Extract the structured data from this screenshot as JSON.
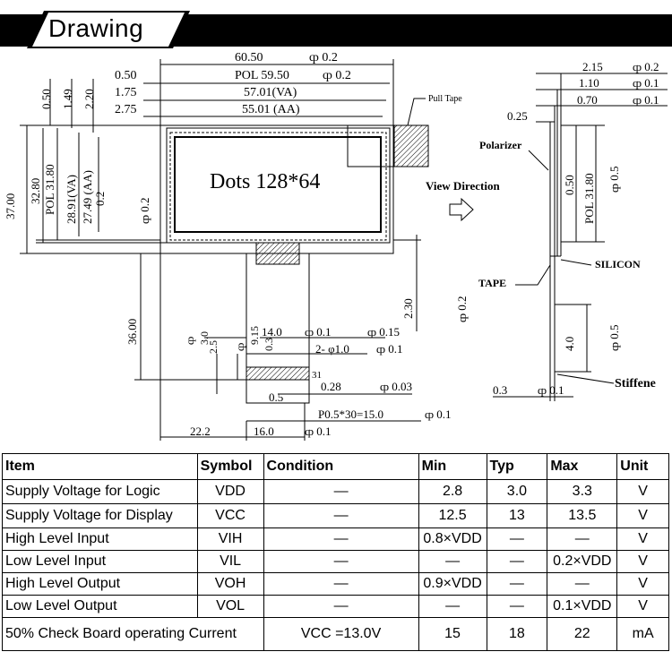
{
  "header": {
    "title": "Drawing"
  },
  "drawing": {
    "front": {
      "dim_60_50": "60.50",
      "tol_60_50": "ȹ 0.2",
      "dim_0_50": "0.50",
      "dim_pol_59_50": "POL 59.50",
      "tol_pol_59_50": "ȹ 0.2",
      "dim_1_75": "1.75",
      "dim_va": "57.01(VA)",
      "dim_2_75": "2.75",
      "dim_aa": "55.01 (AA)",
      "pull_tape": "Pull Tape",
      "dots": "Dots 128*64",
      "v_0_50": "0.50",
      "v_1_49": "1.49",
      "v_2_20": "2.20",
      "v_37_00": "37.00",
      "v_32_80": "32.80",
      "v_pol_31_80": "POL 31.80",
      "v_28_91": "28.91(VA)",
      "v_27_49": "27.49 (AA)",
      "v_0_2a": "0.2",
      "v_phi_0_2": "ȹ 0.2",
      "v_36_00": "36.00",
      "v_2_30": "2.30",
      "v_phi_0_2b": "ȹ 0.2",
      "d_14_0": "14.0",
      "d_phi_0_1": "ȹ 0.1",
      "d_phi_0_15": "ȹ 0.15",
      "d_2phi": "2- φ1.0",
      "d_phi_0_1b": "ȹ 0.1",
      "d_31": "31",
      "d_0_28": "0.28",
      "d_phi_0_03": "ȹ 0.03",
      "d_0_5": "0.5",
      "d_pitch": "P0.5*30=15.0",
      "d_phi_pitch": "ȹ 0.1",
      "d_22_2": "22.2",
      "d_16_0": "16.0",
      "d_phi_16": "ȹ 0.1",
      "d_2_5": "2.5",
      "d_3_0": "3.0",
      "d_phi_s1": "ȹ",
      "d_9_15": "9.15",
      "d_0_3": "0.3",
      "d_phi_s2": "ȹ"
    },
    "view_direction": "View Direction",
    "side": {
      "d_2_15": "2.15",
      "tol_2_15": "ȹ 0.2",
      "d_1_10": "1.10",
      "tol_1_10": "ȹ 0.1",
      "d_0_70": "0.70",
      "tol_0_70": "ȹ 0.1",
      "d_0_25": "0.25",
      "polarizer": "Polarizer",
      "v_0_50": "0.50",
      "v_pol_31_80": "POL 31.80",
      "v_phi_0_5": "ȹ 0.5",
      "silicon": "SILICON",
      "tape": "TAPE",
      "v_4_0": "4.0",
      "v_phi_0_5b": "ȹ 0.5",
      "stiffener": "Stiffene",
      "d_0_3": "0.3",
      "tol_0_3": "ȹ 0.1"
    }
  },
  "table": {
    "headers": [
      "Item",
      "Symbol",
      "Condition",
      "Min",
      "Typ",
      "Max",
      "Unit"
    ],
    "rows": [
      [
        "Supply Voltage for Logic",
        "VDD",
        "—",
        "2.8",
        "3.0",
        "3.3",
        "V"
      ],
      [
        "Supply Voltage for Display",
        "VCC",
        "—",
        "12.5",
        "13",
        "13.5",
        "V"
      ],
      [
        "High Level Input",
        "VIH",
        "—",
        "0.8×VDD",
        "—",
        "—",
        "V"
      ],
      [
        "Low Level Input",
        "VIL",
        "—",
        "—",
        "—",
        "0.2×VDD",
        "V"
      ],
      [
        "High Level Output",
        "VOH",
        "—",
        "0.9×VDD",
        "—",
        "—",
        "V"
      ],
      [
        "Low Level Output",
        "VOL",
        "—",
        "—",
        "—",
        "0.1×VDD",
        "V"
      ],
      [
        "50% Check Board operating Current",
        "",
        "VCC =13.0V",
        "15",
        "18",
        "22",
        "mA"
      ]
    ]
  }
}
